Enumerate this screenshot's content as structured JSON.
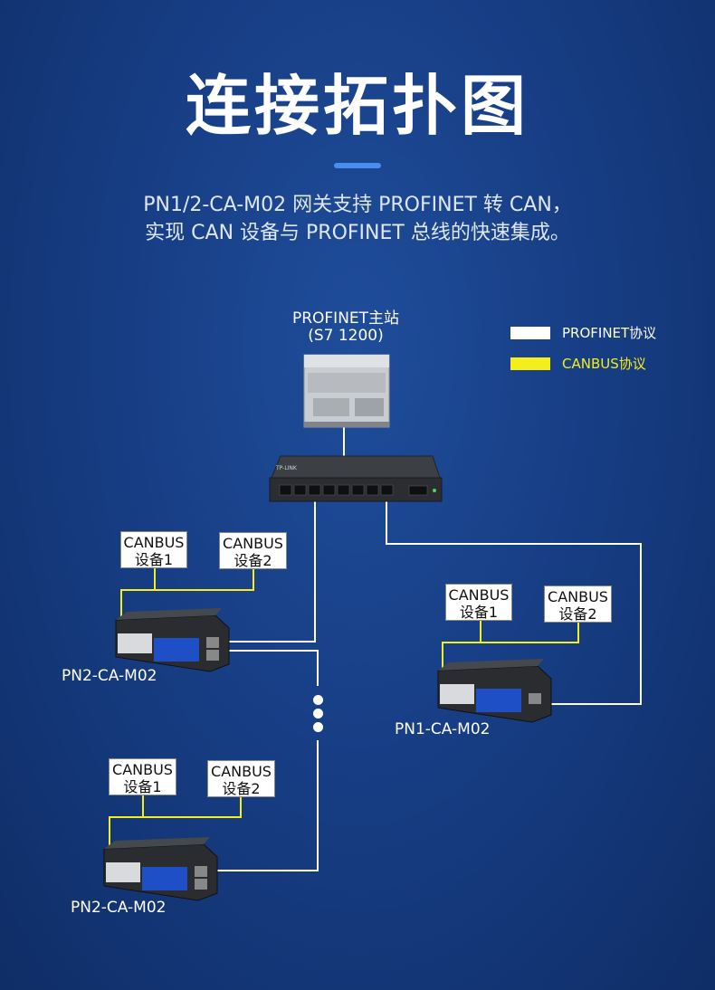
{
  "header": {
    "title": "连接拓扑图",
    "subtitle_line1": "PN1/2-CA-M02 网关支持 PROFINET 转 CAN，",
    "subtitle_line2": "实现 CAN 设备与 PROFINET 总线的快速集成。"
  },
  "master": {
    "label_line1": "PROFINET主站",
    "label_line2": "(S7 1200)"
  },
  "legend": {
    "items": [
      {
        "label": "PROFINET协议",
        "color": "#ffffff"
      },
      {
        "label": "CANBUS协议",
        "color": "#f5ee1b"
      }
    ]
  },
  "devices": {
    "line1": "CANBUS",
    "dev1": "设备1",
    "dev2": "设备2"
  },
  "gateways": {
    "left_top": "PN2-CA-M02",
    "right": "PN1-CA-M02",
    "left_bottom": "PN2-CA-M02"
  },
  "switch": {
    "brand": "TP-LINK"
  },
  "colors": {
    "profinet": "#ffffff",
    "canbus": "#f5ee1b",
    "background": "#173e85"
  }
}
